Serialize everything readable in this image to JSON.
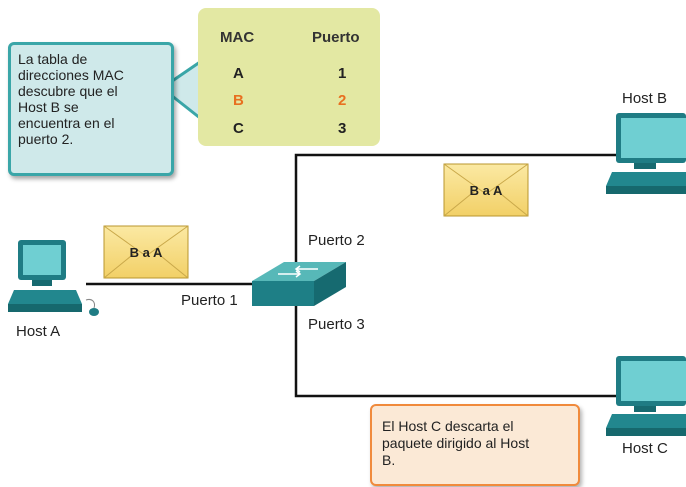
{
  "mac_table": {
    "headers": {
      "mac": "MAC",
      "port": "Puerto"
    },
    "rows": [
      {
        "mac": "A",
        "port": "1",
        "highlight": false
      },
      {
        "mac": "B",
        "port": "2",
        "highlight": true
      },
      {
        "mac": "C",
        "port": "3",
        "highlight": false
      }
    ]
  },
  "callouts": {
    "mac_lookup": {
      "lines": [
        "La tabla de",
        "direcciones MAC",
        "descubre que el",
        "Host B se",
        "encuentra en el",
        "puerto 2."
      ]
    },
    "host_c_discard": {
      "lines": [
        "El Host C descarta el",
        "paquete dirigido al Host",
        "B."
      ]
    }
  },
  "hosts": {
    "host_a": "Host A",
    "host_b": "Host B",
    "host_c": "Host C"
  },
  "ports": {
    "port1": "Puerto 1",
    "port2": "Puerto 2",
    "port3": "Puerto 3"
  },
  "frames": {
    "frame_left": "B a A",
    "frame_right": "B a A"
  },
  "colors": {
    "callout_green_border": "#3aa6a8",
    "callout_orange_border": "#f08a3c",
    "mac_table_bg": "#e3e8a3",
    "highlight": "#e87020",
    "envelope": "#f5dd7a"
  }
}
